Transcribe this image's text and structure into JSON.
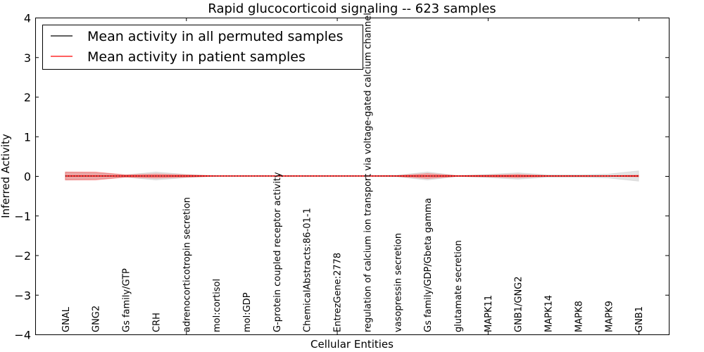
{
  "chart_data": {
    "type": "line",
    "title": "Rapid glucocorticoid signaling -- 623 samples",
    "xlabel": "Cellular Entities",
    "ylabel": "Inferred Activity",
    "xlim": [
      0,
      21
    ],
    "ylim": [
      -4,
      4
    ],
    "yticks": [
      4,
      3,
      2,
      1,
      0,
      -1,
      -2,
      -3,
      -4
    ],
    "ytick_labels": [
      "4",
      "3",
      "2",
      "1",
      "0",
      "−1",
      "−2",
      "−3",
      "−4"
    ],
    "xticks": [
      5,
      10,
      15,
      20
    ],
    "grid": false,
    "legend_placement": "top-left",
    "categories": [
      "GNAL",
      "GNG2",
      "Gs family/GTP",
      "CRH",
      "adrenocorticotropin secretion",
      "mol:cortisol",
      "mol:GDP",
      "G-protein coupled receptor activity",
      "ChemicalAbstracts:86-01-1",
      "EntrezGene:2778",
      "regulation of calcium ion transport via voltage-gated calcium channel",
      "vasopressin secretion",
      "Gs family/GDP/Gbeta gamma",
      "glutamate secretion",
      "MAPK11",
      "GNB1/GNG2",
      "MAPK14",
      "MAPK8",
      "MAPK9",
      "GNB1"
    ],
    "series": [
      {
        "name": "Mean activity in all permuted samples",
        "color": "#000000",
        "values": [
          0,
          0,
          0,
          0,
          0,
          0,
          0,
          0,
          0,
          0,
          0,
          0,
          0,
          0,
          0,
          0,
          0,
          0,
          0,
          0
        ],
        "band": [
          0.1,
          0.08,
          0.03,
          0.1,
          0.04,
          0.005,
          0.005,
          0.005,
          0.005,
          0.005,
          0.005,
          0.02,
          0.1,
          0.01,
          0.04,
          0.08,
          0.03,
          0.03,
          0.05,
          0.13
        ]
      },
      {
        "name": "Mean activity in patient samples",
        "color": "#ff0000",
        "values": [
          0,
          0,
          0,
          0,
          0,
          0,
          0,
          0,
          0,
          0,
          0,
          0,
          0,
          0,
          0,
          0,
          0,
          0,
          0,
          0
        ],
        "band": [
          0.1,
          0.1,
          0.03,
          0.05,
          0.03,
          0.005,
          0.005,
          0.005,
          0.005,
          0.005,
          0.005,
          0.01,
          0.06,
          0.01,
          0.02,
          0.04,
          0.01,
          0.01,
          0.01,
          0.02
        ]
      }
    ]
  }
}
